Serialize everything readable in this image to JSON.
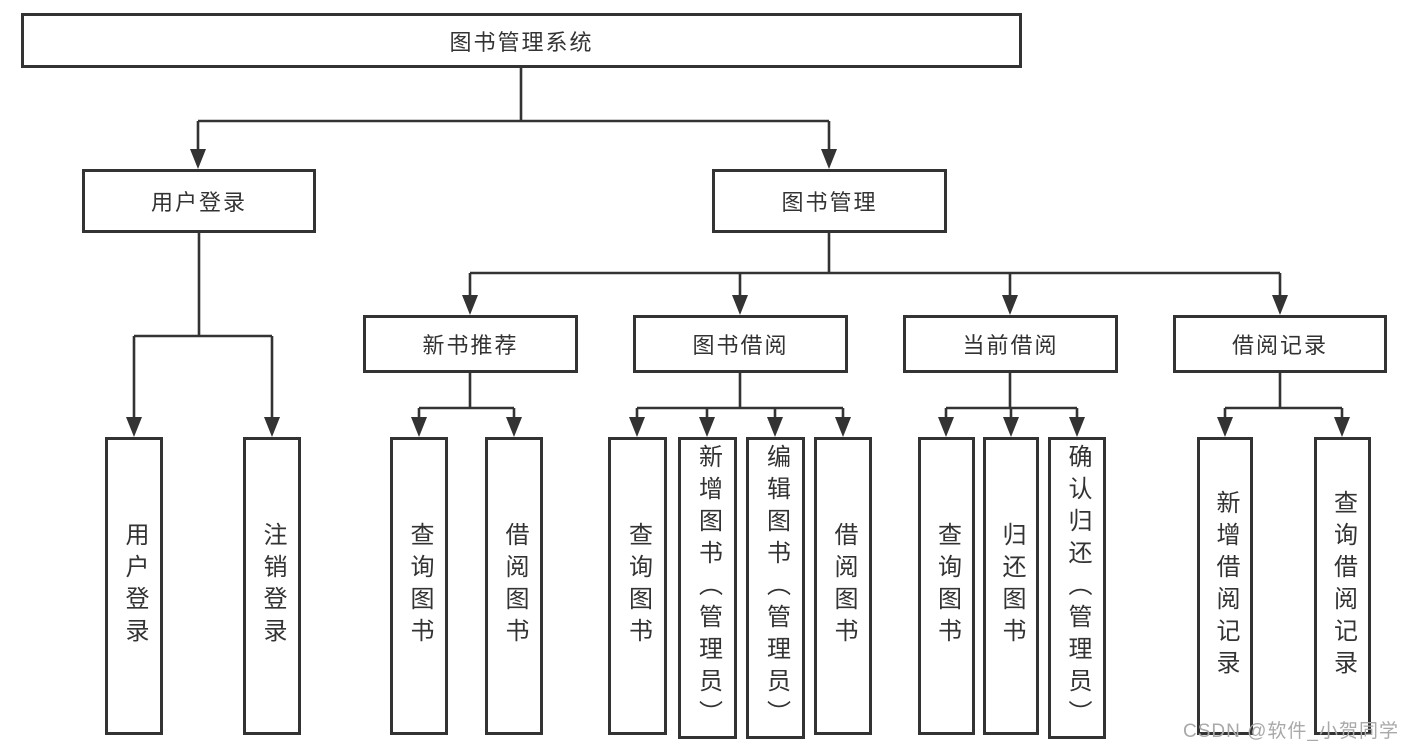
{
  "title": "图书管理系统",
  "watermark": "CSDN @软件_小贺同学",
  "colors": {
    "line": "#333333",
    "box_border": "#333333",
    "text": "#333333",
    "watermark": "#a9a9a9",
    "background": "#ffffff"
  },
  "tree": {
    "root": "图书管理系统",
    "branches": [
      {
        "label": "用户登录",
        "children": [
          "用户登录",
          "注销登录"
        ]
      },
      {
        "label": "图书管理",
        "groups": [
          {
            "label": "新书推荐",
            "children": [
              "查询图书",
              "借阅图书"
            ]
          },
          {
            "label": "图书借阅",
            "children": [
              "查询图书",
              "新增图书（管理员）",
              "编辑图书（管理员）",
              "借阅图书"
            ]
          },
          {
            "label": "当前借阅",
            "children": [
              "查询图书",
              "归还图书",
              "确认归还（管理员）"
            ]
          },
          {
            "label": "借阅记录",
            "children": [
              "新增借阅记录",
              "查询借阅记录"
            ]
          }
        ]
      }
    ]
  }
}
